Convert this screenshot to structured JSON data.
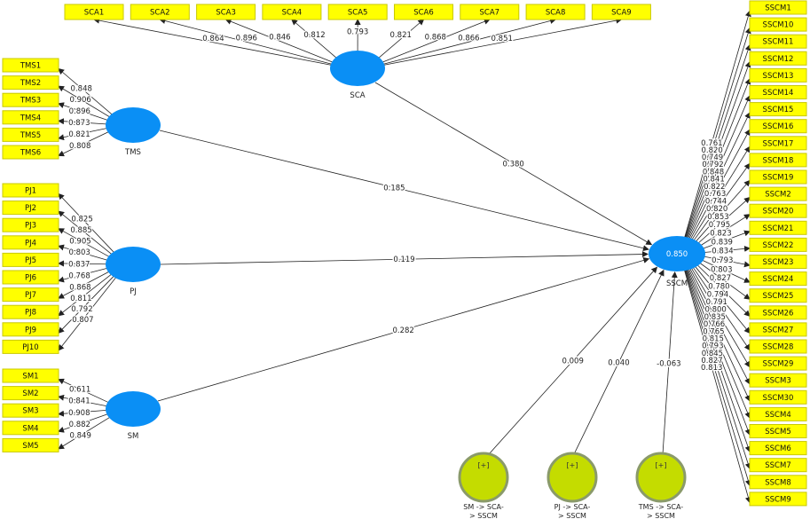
{
  "diagram": {
    "constructs": {
      "SCA": {
        "label": "SCA"
      },
      "TMS": {
        "label": "TMS"
      },
      "PJ": {
        "label": "PJ"
      },
      "SM": {
        "label": "SM"
      },
      "SSCM": {
        "label": "SSCM",
        "r2": "0.850"
      }
    },
    "moderators": [
      {
        "id": "mod-sm",
        "plus": "[+]",
        "label_lines": [
          "SM -> SCA-",
          "> SSCM"
        ]
      },
      {
        "id": "mod-pj",
        "plus": "[+]",
        "label_lines": [
          "PJ -> SCA-",
          "> SSCM"
        ]
      },
      {
        "id": "mod-tms",
        "plus": "[+]",
        "label_lines": [
          "TMS -> SCA-",
          "> SSCM"
        ]
      }
    ],
    "indicators": {
      "SCA": [
        "SCA1",
        "SCA2",
        "SCA3",
        "SCA4",
        "SCA5",
        "SCA6",
        "SCA7",
        "SCA8",
        "SCA9"
      ],
      "TMS": [
        "TMS1",
        "TMS2",
        "TMS3",
        "TMS4",
        "TMS5",
        "TMS6"
      ],
      "PJ": [
        "PJ1",
        "PJ2",
        "PJ3",
        "PJ4",
        "PJ5",
        "PJ6",
        "PJ7",
        "PJ8",
        "PJ9",
        "PJ10"
      ],
      "SM": [
        "SM1",
        "SM2",
        "SM3",
        "SM4",
        "SM5"
      ],
      "SSCM": [
        "SSCM1",
        "SSCM10",
        "SSCM11",
        "SSCM12",
        "SSCM13",
        "SSCM14",
        "SSCM15",
        "SSCM16",
        "SSCM17",
        "SSCM18",
        "SSCM19",
        "SSCM2",
        "SSCM20",
        "SSCM21",
        "SSCM22",
        "SSCM23",
        "SSCM24",
        "SSCM25",
        "SSCM26",
        "SSCM27",
        "SSCM28",
        "SSCM29",
        "SSCM3",
        "SSCM30",
        "SSCM4",
        "SSCM5",
        "SSCM6",
        "SSCM7",
        "SSCM8",
        "SSCM9"
      ]
    },
    "loadings": {
      "SCA": [
        "0.864",
        "0.896",
        "0.846",
        "0.812",
        "0.793",
        "0.821",
        "0.868",
        "0.866",
        "0.851"
      ],
      "TMS": [
        "0.848",
        "0.906",
        "0.896",
        "0.873",
        "0.821",
        "0.808"
      ],
      "PJ": [
        "0.825",
        "0.885",
        "0.905",
        "0.803",
        "0.837",
        "0.768",
        "0.868",
        "0.811",
        "0.792",
        "0.807"
      ],
      "SM": [
        "0.611",
        "0.841",
        "0.908",
        "0.882",
        "0.849"
      ],
      "SSCM": [
        "0.761",
        "0.820",
        "0.749",
        "0.792",
        "0.848",
        "0.841",
        "0.822",
        "0.763",
        "0.744",
        "0.820",
        "0.853",
        "0.795",
        "0.823",
        "0.839",
        "0.834",
        "0.793",
        "0.803",
        "0.827",
        "0.780",
        "0.794",
        "0.791",
        "0.800",
        "0.835",
        "0.766",
        "0.765",
        "0.815",
        "0.793",
        "0.845",
        "0.827",
        "0.813"
      ]
    },
    "paths": [
      {
        "id": "SCA-SSCM",
        "value": "0.380"
      },
      {
        "id": "TMS-SSCM",
        "value": "0.185"
      },
      {
        "id": "PJ-SSCM",
        "value": "0.119"
      },
      {
        "id": "SM-SSCM",
        "value": "0.282"
      },
      {
        "id": "modSM-SSCM",
        "value": "0.009"
      },
      {
        "id": "modPJ-SSCM",
        "value": "0.040"
      },
      {
        "id": "modTMS-SSCM",
        "value": "-0.063"
      }
    ],
    "colors": {
      "construct": "#0a8ff5",
      "indicator": "#ffff00",
      "moderator": "#c4dc00",
      "moderator_ring": "#8a9a6a"
    }
  }
}
